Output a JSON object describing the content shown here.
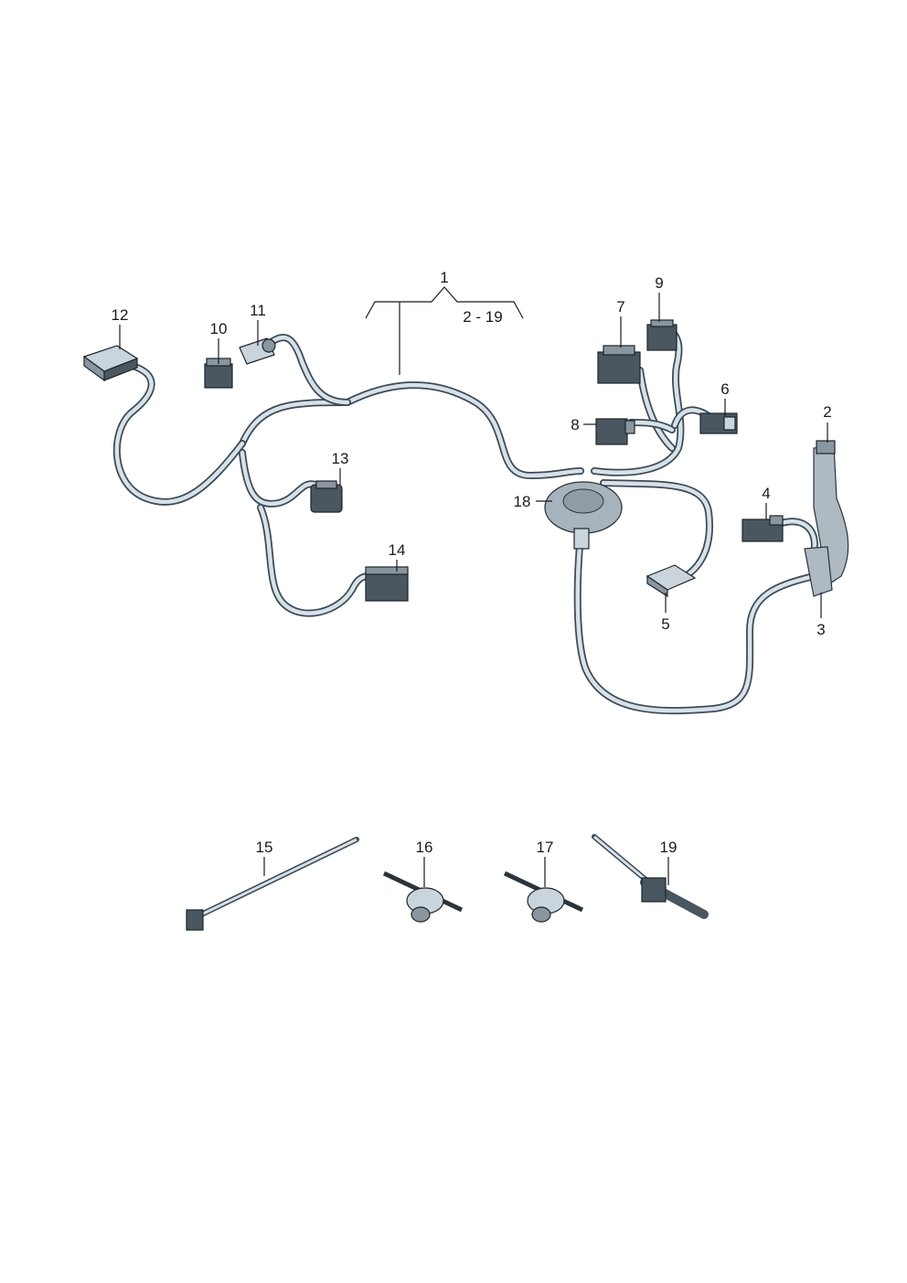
{
  "diagram": {
    "group": {
      "main": "1",
      "range": "2 - 19"
    },
    "callouts": [
      {
        "id": "c2",
        "text": "2"
      },
      {
        "id": "c3",
        "text": "3"
      },
      {
        "id": "c4",
        "text": "4"
      },
      {
        "id": "c5",
        "text": "5"
      },
      {
        "id": "c6",
        "text": "6"
      },
      {
        "id": "c7",
        "text": "7"
      },
      {
        "id": "c8",
        "text": "8"
      },
      {
        "id": "c9",
        "text": "9"
      },
      {
        "id": "c10",
        "text": "10"
      },
      {
        "id": "c11",
        "text": "11"
      },
      {
        "id": "c12",
        "text": "12"
      },
      {
        "id": "c13",
        "text": "13"
      },
      {
        "id": "c14",
        "text": "14"
      },
      {
        "id": "c15",
        "text": "15"
      },
      {
        "id": "c16",
        "text": "16"
      },
      {
        "id": "c17",
        "text": "17"
      },
      {
        "id": "c18",
        "text": "18"
      },
      {
        "id": "c19",
        "text": "19"
      }
    ]
  }
}
